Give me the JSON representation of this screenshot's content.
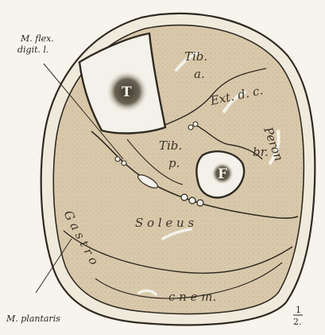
{
  "labels": {
    "flexor_line1": "M. flex.",
    "flexor_line2": "digit. l.",
    "plantaris": "M. plantaris",
    "scale_num": "1",
    "scale_den": "2."
  },
  "muscles": {
    "tib_1": "Tib.",
    "tib_2": "a.",
    "ext_d": "Ext. d. c.",
    "tib_p_1": "Tib.",
    "tib_p_2": "p.",
    "peron": "Peron",
    "peron_lower": "br.",
    "soleus": "S o l e u s",
    "gastro": "G a s t r o",
    "cnem": "c n e m."
  },
  "bones": {
    "tibia": "T",
    "fibula": "F"
  },
  "colors": {
    "muscle": "#d7c6a8",
    "outline": "#2f2a22",
    "bone": "#f3f1e9",
    "marrow": "#5a5448"
  }
}
